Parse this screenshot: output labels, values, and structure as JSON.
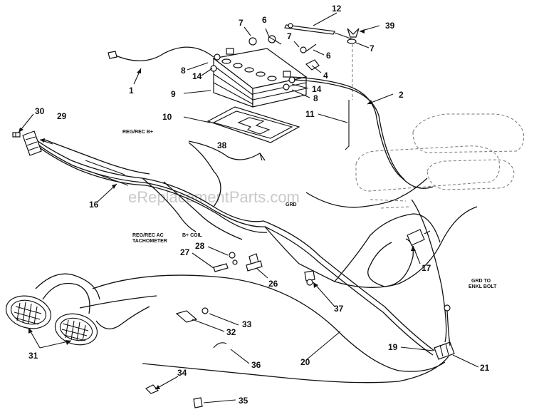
{
  "watermark": "eReplacementParts.com",
  "wire_labels": {
    "reg_rec_b": "REG/REC B+",
    "grd": "GRD",
    "reg_rec_ac": "REG/REC AC",
    "tachometer": "TACHOMETER",
    "b_coil": "B+ COIL",
    "grd_to": "GRD TO",
    "enkl_bolt": "ENKL BOLT"
  },
  "callouts": {
    "c1": "1",
    "c2": "2",
    "c4": "4",
    "c6a": "6",
    "c6b": "6",
    "c7a": "7",
    "c7b": "7",
    "c7c": "7",
    "c8a": "8",
    "c8b": "8",
    "c9": "9",
    "c10": "10",
    "c11": "11",
    "c12": "12",
    "c14a": "14",
    "c14b": "14",
    "c16": "16",
    "c17": "17",
    "c19": "19",
    "c20": "20",
    "c21": "21",
    "c26": "26",
    "c27": "27",
    "c28": "28",
    "c29": "29",
    "c30": "30",
    "c31": "31",
    "c32": "32",
    "c33": "33",
    "c34": "34",
    "c35": "35",
    "c36": "36",
    "c37": "37",
    "c38": "38",
    "c39": "39"
  }
}
